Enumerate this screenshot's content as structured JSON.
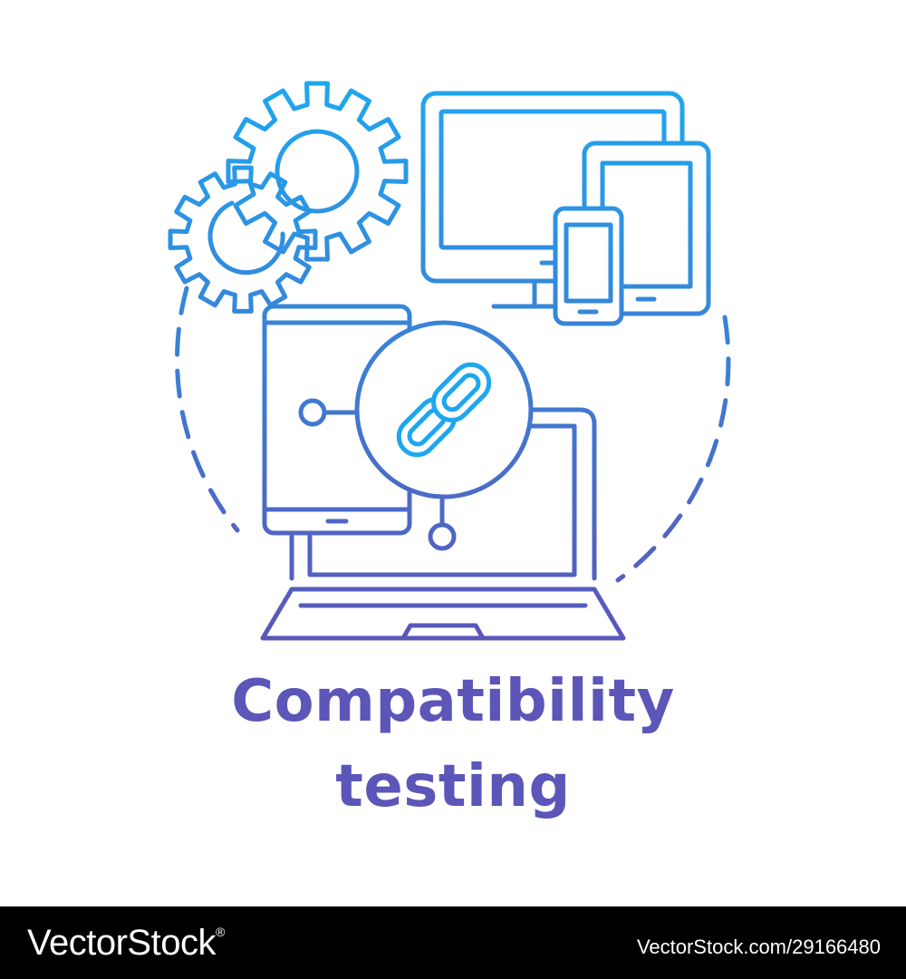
{
  "illustration": {
    "title_line_1": "Compatibility",
    "title_line_2": "testing",
    "icons": [
      "gear-icon",
      "monitor-icon",
      "tablet-icon",
      "smartphone-icon",
      "laptop-icon",
      "chain-link-icon"
    ],
    "colors": {
      "gradient_start": "#1ea7f0",
      "gradient_end": "#5b56b8",
      "background": "#ffffff"
    }
  },
  "footer": {
    "brand": "VectorStock",
    "registered_mark": "®",
    "image_id": "VectorStock.com/29166480",
    "background": "#000000"
  }
}
